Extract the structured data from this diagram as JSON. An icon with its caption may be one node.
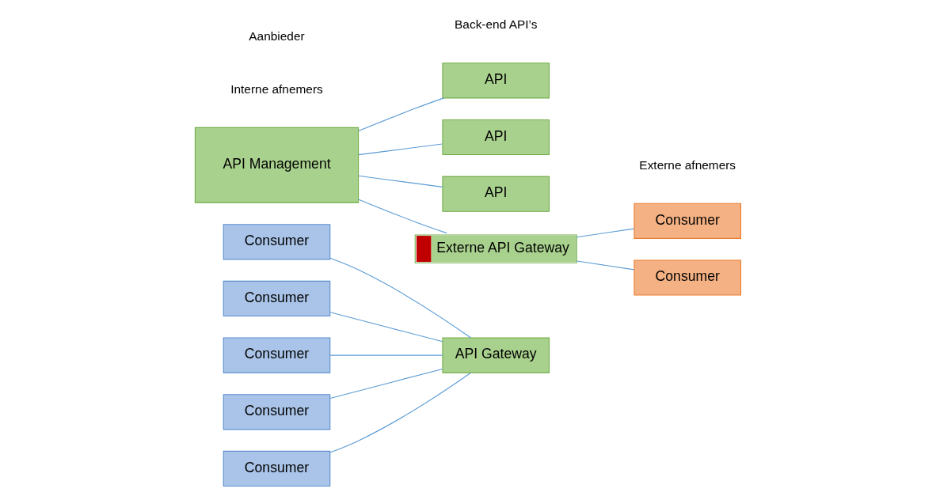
{
  "diagram": {
    "nodes": [
      {
        "text": [
          "Consumer"
        ]
      },
      {
        "text": [
          "Consumer"
        ]
      },
      {
        "text": [
          "Consumer"
        ]
      },
      {
        "text": [
          "Consumer"
        ]
      },
      {
        "text": [
          "Consumer"
        ]
      },
      {
        "text": [
          "API Management"
        ]
      },
      {
        "text": [
          "API Gateway"
        ]
      },
      {
        "text": [
          "API"
        ]
      },
      {
        "text": [
          "API"
        ]
      },
      {
        "text": [
          "API"
        ]
      },
      {
        "text": [
          "Externe API Gateway"
        ]
      },
      {
        "text": [
          "Consumer"
        ]
      },
      {
        "text": [
          "Consumer"
        ]
      }
    ],
    "edges": [
      {
        "from": 0,
        "to": 6,
        "arrow": "none"
      },
      {
        "from": 1,
        "to": 6,
        "arrow": "none"
      },
      {
        "from": 2,
        "to": 6,
        "arrow": "none"
      },
      {
        "from": 3,
        "to": 6,
        "arrow": "none"
      },
      {
        "from": 4,
        "to": 6,
        "arrow": "none"
      },
      {
        "from": 5,
        "to": 7,
        "arrow": "none"
      },
      {
        "from": 5,
        "to": 8,
        "arrow": "none"
      },
      {
        "from": 5,
        "to": 9,
        "arrow": "none"
      },
      {
        "from": 5,
        "to": 10,
        "arrow": "none"
      },
      {
        "from": 10,
        "to": 11,
        "arrow": "none"
      },
      {
        "from": 10,
        "to": 12,
        "arrow": "none"
      }
    ],
    "labels": [
      "Externe afnemers",
      "Interne afnemers",
      "Aanbieder",
      "Back-end API’s"
    ]
  }
}
